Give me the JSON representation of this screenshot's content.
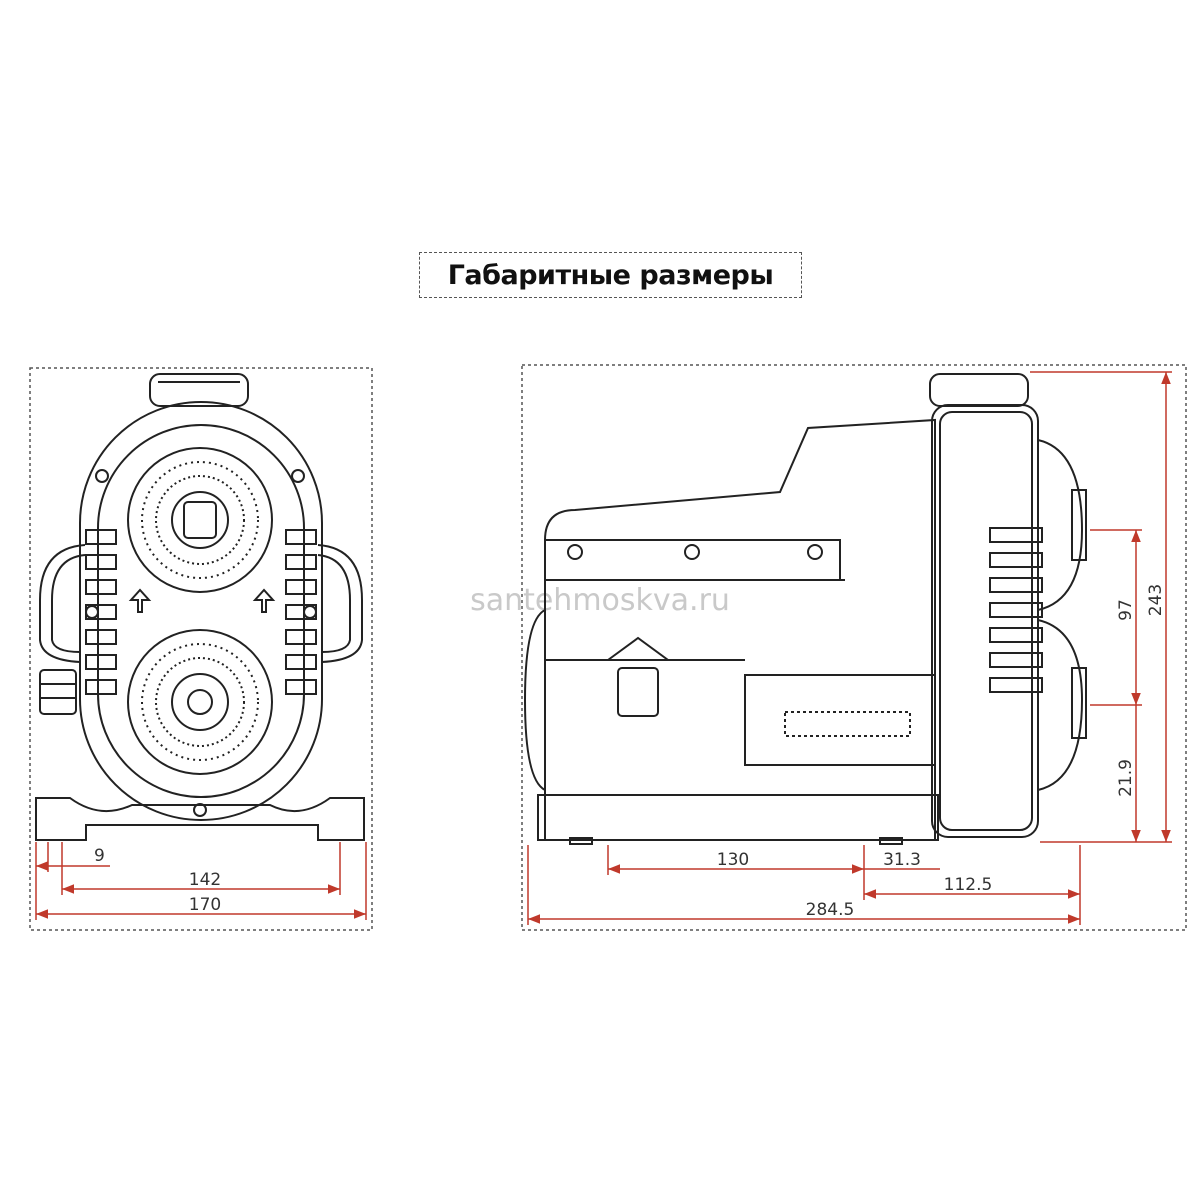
{
  "title": "Габаритные размеры",
  "watermark": "santehmoskva.ru",
  "front_view": {
    "dim_foot_offset": "9",
    "dim_mount_spacing": "142",
    "dim_total_width": "170"
  },
  "side_view": {
    "dim_mount_spacing": "130",
    "dim_outlet_offset": "31.3",
    "dim_outlet_to_edge": "112.5",
    "dim_total_length": "284.5",
    "dim_port_spacing": "97",
    "dim_total_height": "243",
    "dim_port_height": "21.9"
  },
  "colors": {
    "dimension_line": "#c0392b",
    "outline": "#222222",
    "frame": "#555555"
  }
}
